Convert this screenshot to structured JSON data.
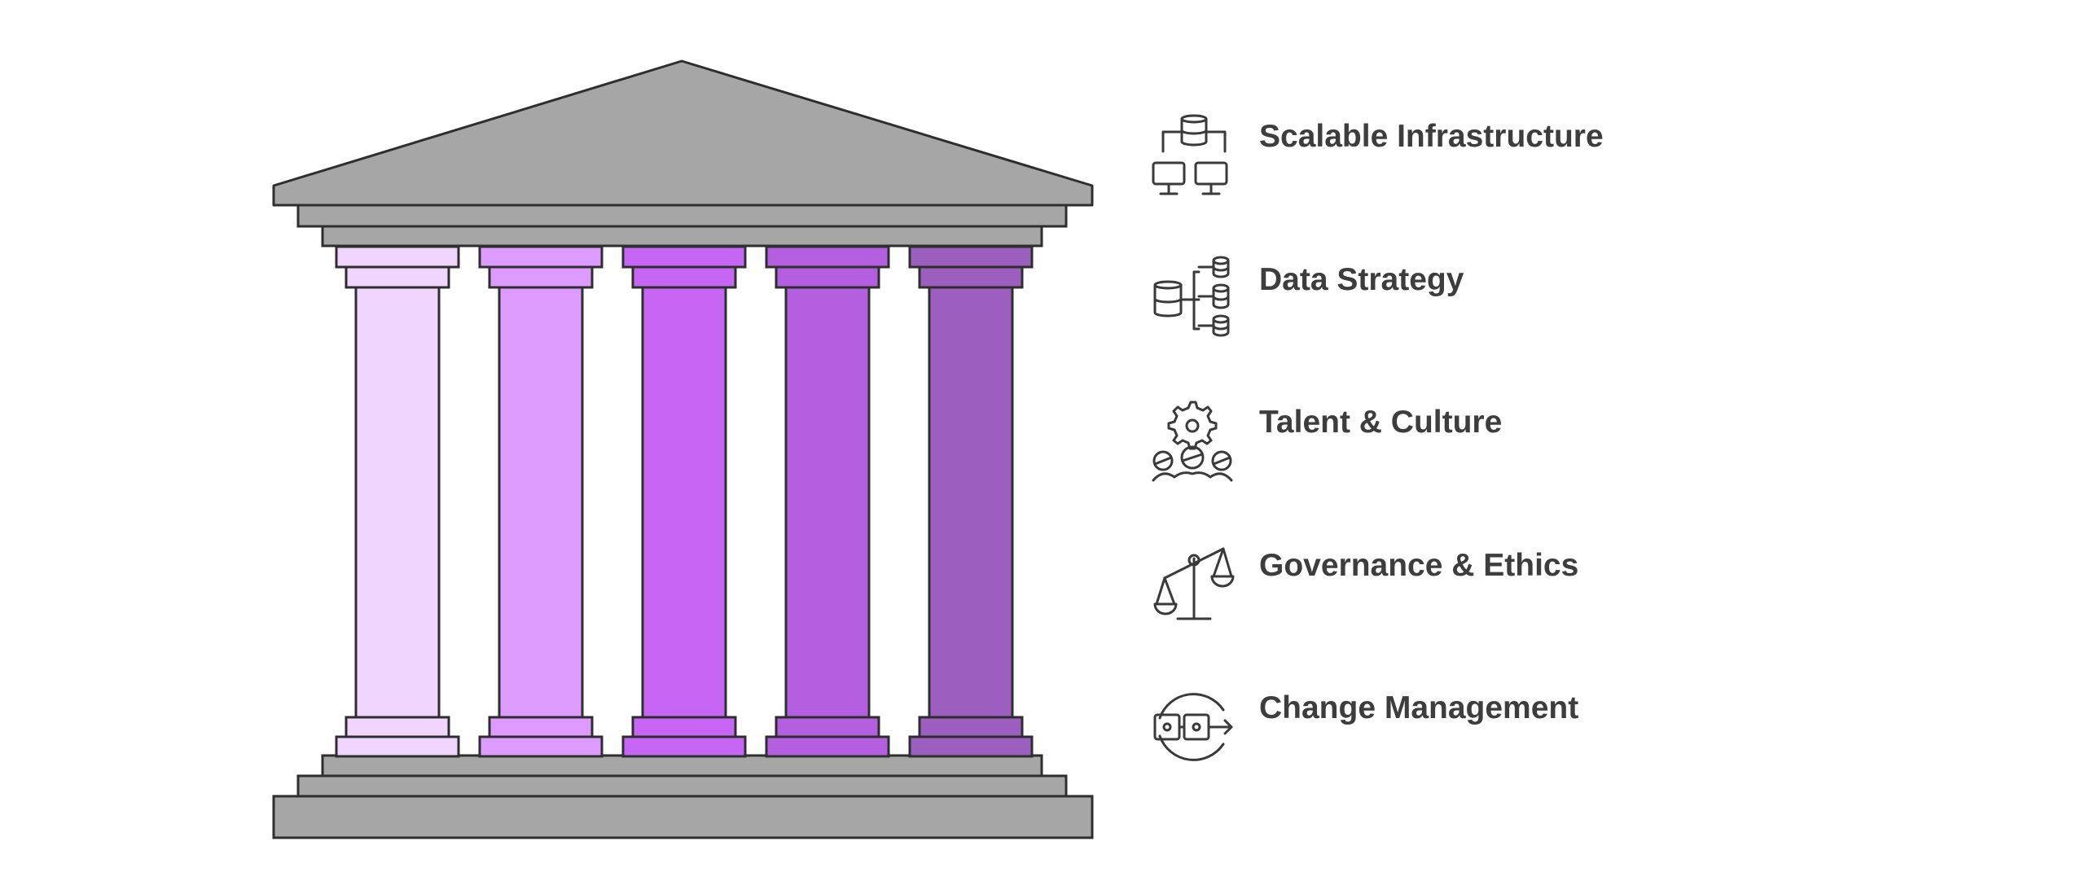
{
  "colors": {
    "roof": "#a6a6a6",
    "outline": "#2e2e2e",
    "pillar_fills": [
      "#f0d6ff",
      "#de9bff",
      "#c766f5",
      "#b45ee0",
      "#9c5ebf"
    ],
    "icon_stroke": "#3a3a3a",
    "label_text": "#3d3d3d"
  },
  "pillars": [
    {
      "label": "Scalable Infrastructure",
      "icon": "servers-network-icon"
    },
    {
      "label": "Data Strategy",
      "icon": "database-hierarchy-icon"
    },
    {
      "label": "Talent & Culture",
      "icon": "team-gear-icon"
    },
    {
      "label": "Governance & Ethics",
      "icon": "balance-scale-icon"
    },
    {
      "label": "Change Management",
      "icon": "cycle-transform-icon"
    }
  ]
}
